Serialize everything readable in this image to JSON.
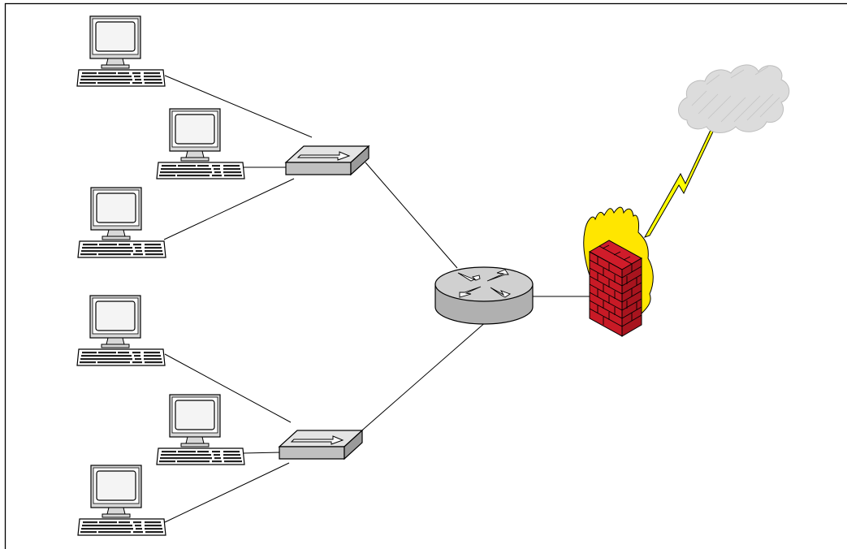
{
  "diagram": {
    "kind": "network-topology",
    "colors": {
      "background": "#ffffff",
      "frame": "#000000",
      "link": "#000000",
      "device_gray": "#c8c8c8",
      "device_gray_dark": "#8c8c8c",
      "firewall_brick": "#d01c2a",
      "flame": "#ffe600",
      "lightning": "#ffff00",
      "cloud": "#d9d9d9"
    },
    "nodes": [
      {
        "id": "pc-1",
        "icon": "workstation-icon"
      },
      {
        "id": "pc-2",
        "icon": "workstation-icon"
      },
      {
        "id": "pc-3",
        "icon": "workstation-icon"
      },
      {
        "id": "pc-4",
        "icon": "workstation-icon"
      },
      {
        "id": "pc-5",
        "icon": "workstation-icon"
      },
      {
        "id": "pc-6",
        "icon": "workstation-icon"
      },
      {
        "id": "switch-1",
        "icon": "switch-icon"
      },
      {
        "id": "switch-2",
        "icon": "switch-icon"
      },
      {
        "id": "router",
        "icon": "router-icon"
      },
      {
        "id": "firewall",
        "icon": "firewall-icon"
      },
      {
        "id": "internet",
        "icon": "cloud-icon"
      }
    ],
    "links": [
      {
        "from": "pc-1",
        "to": "switch-1",
        "type": "ethernet"
      },
      {
        "from": "pc-2",
        "to": "switch-1",
        "type": "ethernet"
      },
      {
        "from": "pc-3",
        "to": "switch-1",
        "type": "ethernet"
      },
      {
        "from": "pc-4",
        "to": "switch-2",
        "type": "ethernet"
      },
      {
        "from": "pc-5",
        "to": "switch-2",
        "type": "ethernet"
      },
      {
        "from": "pc-6",
        "to": "switch-2",
        "type": "ethernet"
      },
      {
        "from": "switch-1",
        "to": "router",
        "type": "ethernet"
      },
      {
        "from": "switch-2",
        "to": "router",
        "type": "ethernet"
      },
      {
        "from": "router",
        "to": "firewall",
        "type": "ethernet"
      },
      {
        "from": "firewall",
        "to": "internet",
        "type": "wan-lightning"
      }
    ]
  }
}
